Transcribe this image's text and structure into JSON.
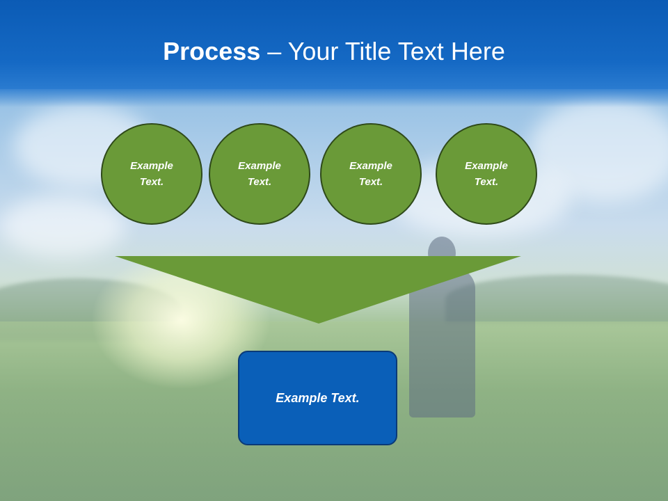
{
  "slide": {
    "title_bold": "Process",
    "title_dash": "–",
    "title_rest": "Your Title Text Here"
  },
  "diagram": {
    "inputs": [
      {
        "label": "Example Text."
      },
      {
        "label": "Example Text."
      },
      {
        "label": "Example Text."
      },
      {
        "label": "Example Text."
      }
    ],
    "output": {
      "label": "Example Text."
    }
  },
  "colors": {
    "header_blue": "#1569c4",
    "circle_green": "#6a9a38",
    "funnel_green": "#6a9a38",
    "box_blue": "#0a5fb8"
  }
}
